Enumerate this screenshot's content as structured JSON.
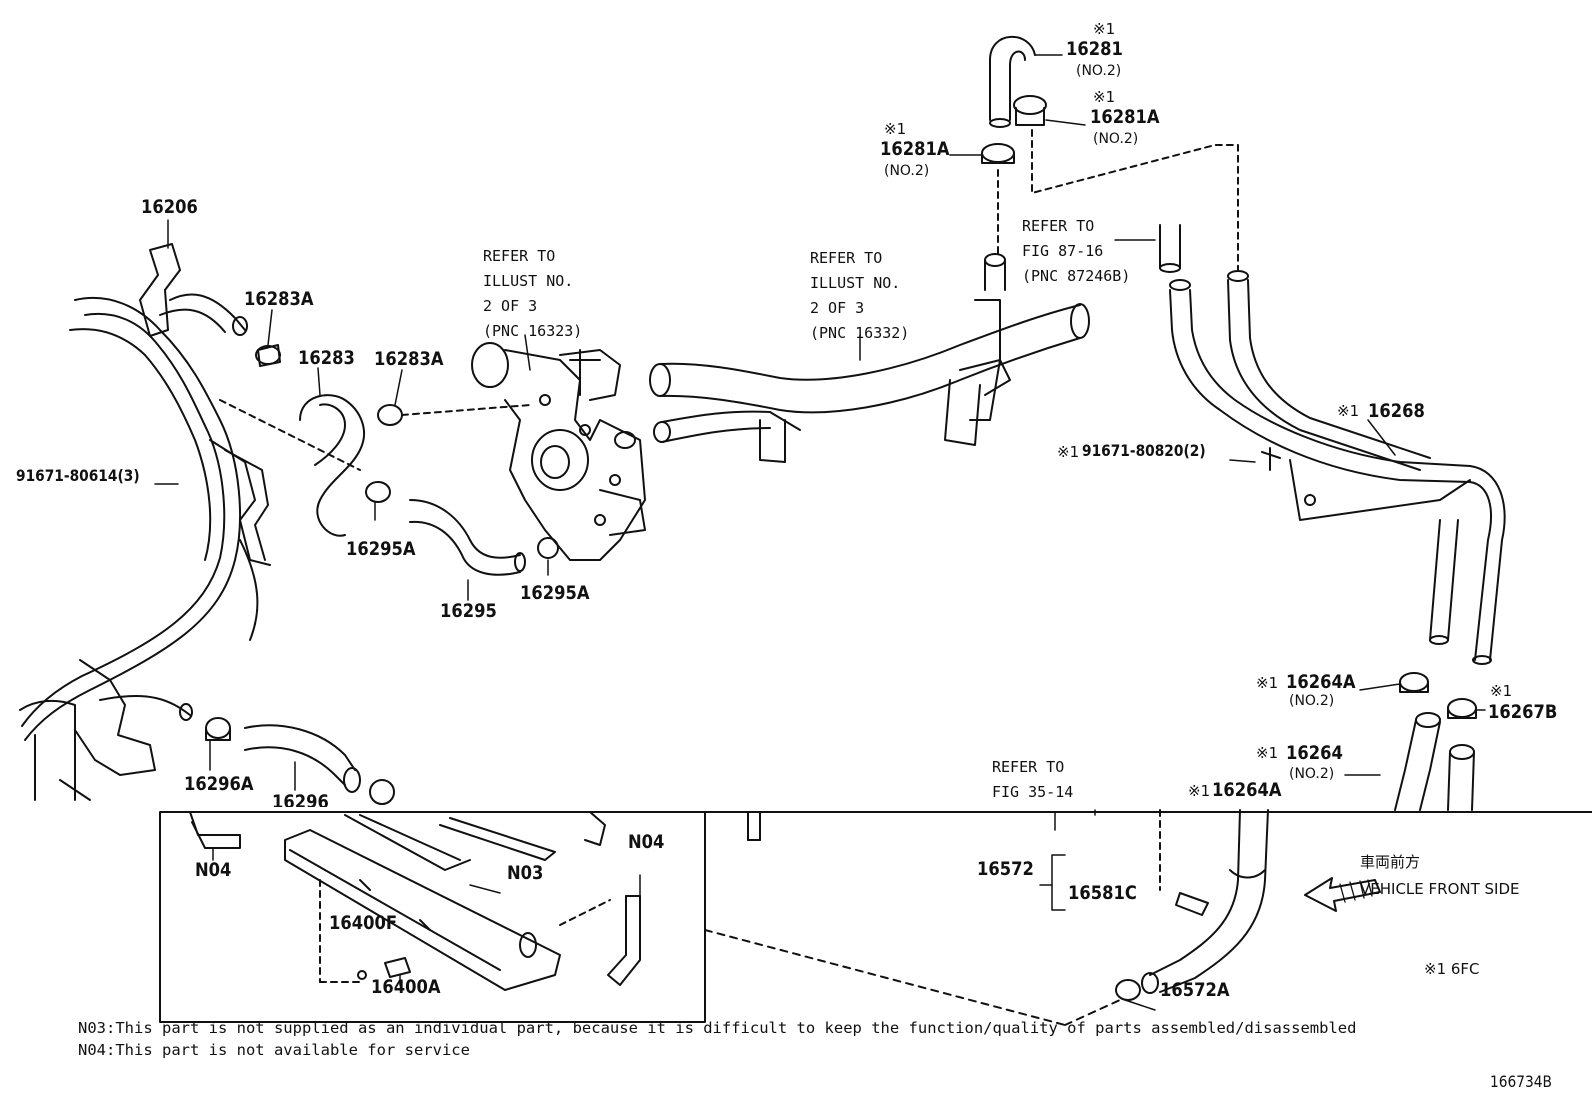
{
  "callouts": {
    "p16206": "16206",
    "p16283a_1": "16283A",
    "p16283": "16283",
    "p16283a_2": "16283A",
    "p91671_80614": "91671-80614(3)",
    "p16295a_1": "16295A",
    "p16295": "16295",
    "p16295a_2": "16295A",
    "p16296a": "16296A",
    "p16296": "16296",
    "p16281": "16281",
    "p16281a_top": "16281A",
    "p16281a_left": "16281A",
    "p16268": "16268",
    "p91671_80820": "91671-80820(2)",
    "p16264a_1": "16264A",
    "p16267b": "16267B",
    "p16264": "16264",
    "p16264a_2": "16264A",
    "p16572": "16572",
    "p16581c": "16581C",
    "p16572a": "16572A",
    "p16400f": "16400F",
    "p16400a": "16400A",
    "n03": "N03",
    "n04_left": "N04",
    "n04_right": "N04"
  },
  "qualifiers": {
    "no2": "(NO.2)",
    "star1": "※1"
  },
  "refs": {
    "r1": "REFER TO\nILLUST NO.\n2 OF 3\n(PNC 16323)",
    "r2": "REFER TO\nILLUST NO.\n2 OF 3\n(PNC 16332)",
    "r3": "REFER TO\nFIG 87-16\n(PNC 87246B)",
    "r4": "REFER TO\nFIG 35-14"
  },
  "direction": {
    "jp": "車両前方",
    "en": "VEHICLE FRONT SIDE"
  },
  "legend_6fc": "※1 6FC",
  "notes": {
    "n03": "N03:This part is not supplied as an individual part, because it is difficult to keep the function/quality of parts assembled/disassembled",
    "n04": "N04:This part is not available for service"
  },
  "diagram_id": "166734B"
}
